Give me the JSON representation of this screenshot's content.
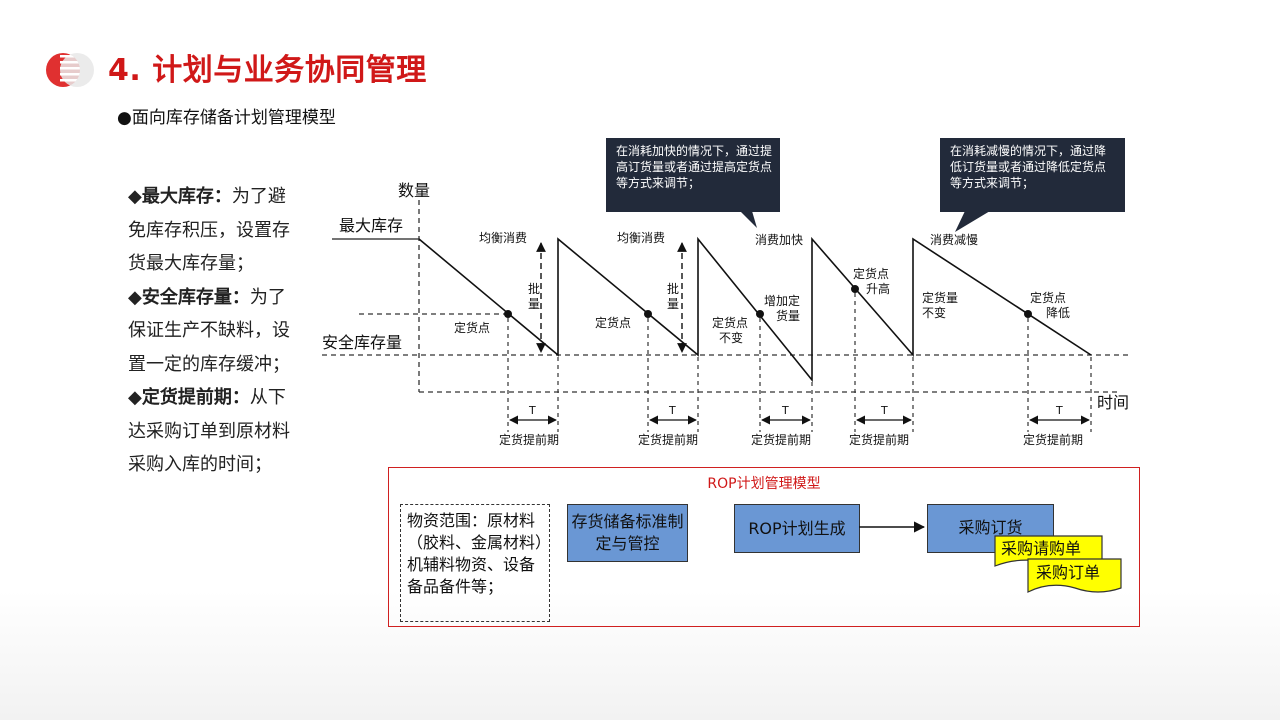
{
  "header": {
    "title": "4. 计划与业务协同管理",
    "subtitle": "●面向库存储备计划管理模型"
  },
  "definitions": [
    {
      "term": "◆最大库存：",
      "text": "为了避免库存积压，设置存货最大库存量；"
    },
    {
      "term": "◆安全库存量：",
      "text": "为了保证生产不缺料，设置一定的库存缓冲；"
    },
    {
      "term": "◆定货提前期：",
      "text": "从下达采购订单到原材料采购入库的时间；"
    }
  ],
  "callouts": [
    "在消耗加快的情况下，通过提高订货量或者通过提高定货点等方式来调节；",
    "在消耗减慢的情况下，通过降低订货量或者通过降低定货点等方式来调节；"
  ],
  "diagram": {
    "axis_y": "数量",
    "axis_x": "时间",
    "max_stock": "最大库存",
    "safety_stock": "安全库存量",
    "lead_time": "定货提前期",
    "T": "T",
    "labels": {
      "balanced": "均衡消费",
      "reorder_point": "定货点",
      "batch_1": "批",
      "batch_2": "量",
      "speed_up": "消费加快",
      "rp_unchanged_1": "定货点",
      "rp_unchanged_2": "不变",
      "increase_qty_1": "增加定",
      "increase_qty_2": "货量",
      "rp_raise_1": "定货点",
      "rp_raise_2": "升高",
      "slow_down": "消费减慢",
      "qty_unchanged_1": "定货量",
      "qty_unchanged_2": "不变",
      "rp_lower_1": "定货点",
      "rp_lower_2": "降低"
    }
  },
  "rop": {
    "title": "ROP计划管理模型",
    "scope": "物资范围：原材料（胶料、金属材料）机辅料物资、设备备品备件等；",
    "box_standard": "存货储备标准制定与管控",
    "box_generate": "ROP计划生成",
    "box_purchase": "采购订货",
    "doc_request": "采购请购单",
    "doc_order": "采购订单"
  },
  "colors": {
    "accent": "#d01818",
    "box_blue": "#6a97d4",
    "callout_bg": "#222a3a",
    "doc_yellow": "#ffff00"
  }
}
